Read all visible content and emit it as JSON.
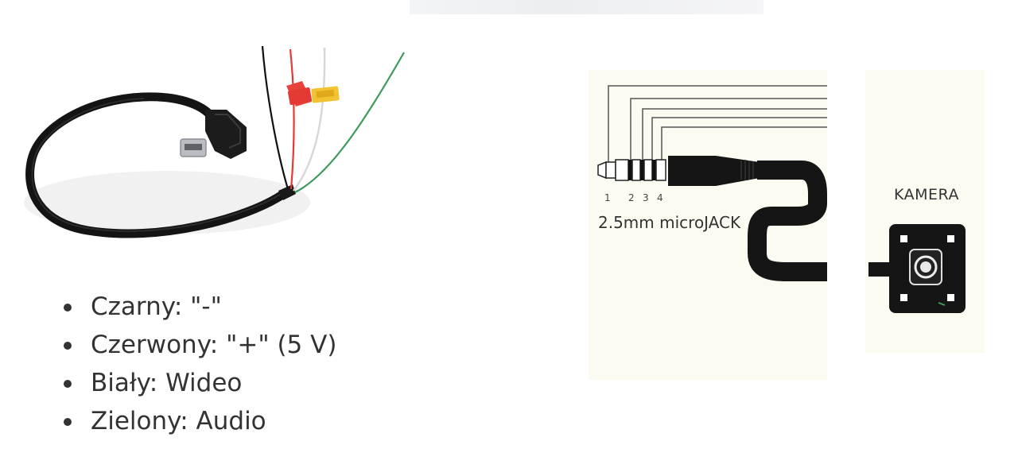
{
  "photo": {
    "icon": "usb-av-cable-photo"
  },
  "wires": [
    {
      "label": "Czarny: \"-\"",
      "color": "#111111"
    },
    {
      "label": "Czerwony: \"+\" (5 V)",
      "color": "#e53935"
    },
    {
      "label": "Biały: Wideo",
      "color": "#dddddd"
    },
    {
      "label": "Zielony: Audio",
      "color": "#3d9a5c"
    }
  ],
  "jack": {
    "pins": [
      "1",
      "2",
      "3",
      "4"
    ],
    "caption": "2.5mm microJACK"
  },
  "camera": {
    "label": "KAMERA",
    "icon": "camera-module-icon"
  },
  "colors": {
    "panel_bg": "#fcfbf2",
    "text": "#333333",
    "cable": "#151515"
  }
}
